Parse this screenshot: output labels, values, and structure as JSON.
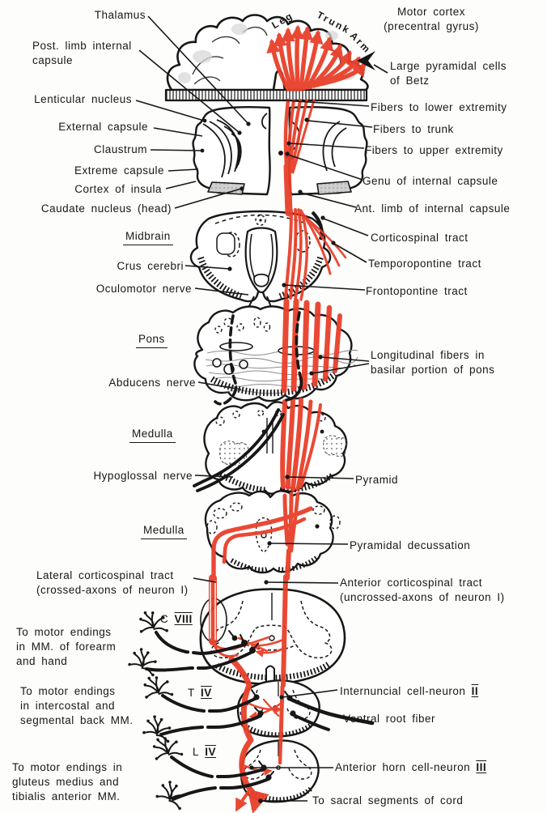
{
  "figure_kind": "neuroanatomy diagram of the corticospinal (pyramidal) tract",
  "palette": {
    "tract_red": "#e8402a",
    "ink": "#171717",
    "shade_gray": "#d4d4d4"
  },
  "cortex_fan": {
    "leg": "Leg",
    "trunk": "Trunk",
    "arm": "Arm"
  },
  "left_labels": {
    "thalamus": "Thalamus",
    "post_limb": {
      "l1": "Post. limb internal",
      "l2": "capsule"
    },
    "lenticular": "Lenticular nucleus",
    "external_capsule": "External capsule",
    "claustrum": "Claustrum",
    "extreme_capsule": "Extreme capsule",
    "cortex_insula": "Cortex of insula",
    "caudate": "Caudate nucleus (head)",
    "midbrain": "Midbrain",
    "crus_cerebri": "Crus cerebri",
    "oculomotor": "Oculomotor nerve",
    "pons": "Pons",
    "abducens": "Abducens nerve",
    "medulla_upper": "Medulla",
    "hypoglossal": "Hypoglossal nerve",
    "medulla_lower": "Medulla",
    "lateral_cst": {
      "l1": "Lateral corticospinal tract",
      "l2": "(crossed-axons of neuron I)"
    },
    "motor_forearm": {
      "l1": "To motor endings",
      "l2": "in MM. of forearm",
      "l3": "and hand"
    },
    "motor_intercostal": {
      "l1": "To motor endings",
      "l2": "in intercostal and",
      "l3": "segmental back MM."
    },
    "motor_gluteus": {
      "l1": "To motor endings in",
      "l2": "gluteus medius and",
      "l3": "tibialis anterior MM."
    }
  },
  "right_labels": {
    "motor_cortex": {
      "l1": "Motor cortex",
      "l2": "(precentral gyrus)"
    },
    "betz": {
      "l1": "Large pyramidal cells",
      "l2": "of Betz"
    },
    "fibers_lower": "Fibers to lower extremity",
    "fibers_trunk": "Fibers to trunk",
    "fibers_upper": "Fibers to upper extremity",
    "genu": "Genu of internal capsule",
    "ant_limb": "Ant. limb of internal capsule",
    "corticospinal": "Corticospinal tract",
    "temporopontine": "Temporopontine tract",
    "frontopontine": "Frontopontine tract",
    "longitudinal": {
      "l1": "Longitudinal fibers in",
      "l2": "basilar portion of pons"
    },
    "pyramid": "Pyramid",
    "decussation": "Pyramidal decussation",
    "anterior_cst": {
      "l1": "Anterior corticospinal tract",
      "l2": "(uncrossed-axons of neuron I)"
    },
    "internuncial": {
      "text": "Internuncial cell-neuron",
      "numeral": "II"
    },
    "ventral_root": "Ventral root fiber",
    "anterior_horn": {
      "text": "Anterior horn cell-neuron",
      "numeral": "III"
    },
    "sacral": "To sacral segments of cord"
  },
  "cord_levels": {
    "c8": {
      "prefix": "C",
      "numeral": "VIII"
    },
    "t4": {
      "prefix": "T",
      "numeral": "IV"
    },
    "l4": {
      "prefix": "L",
      "numeral": "IV"
    }
  }
}
